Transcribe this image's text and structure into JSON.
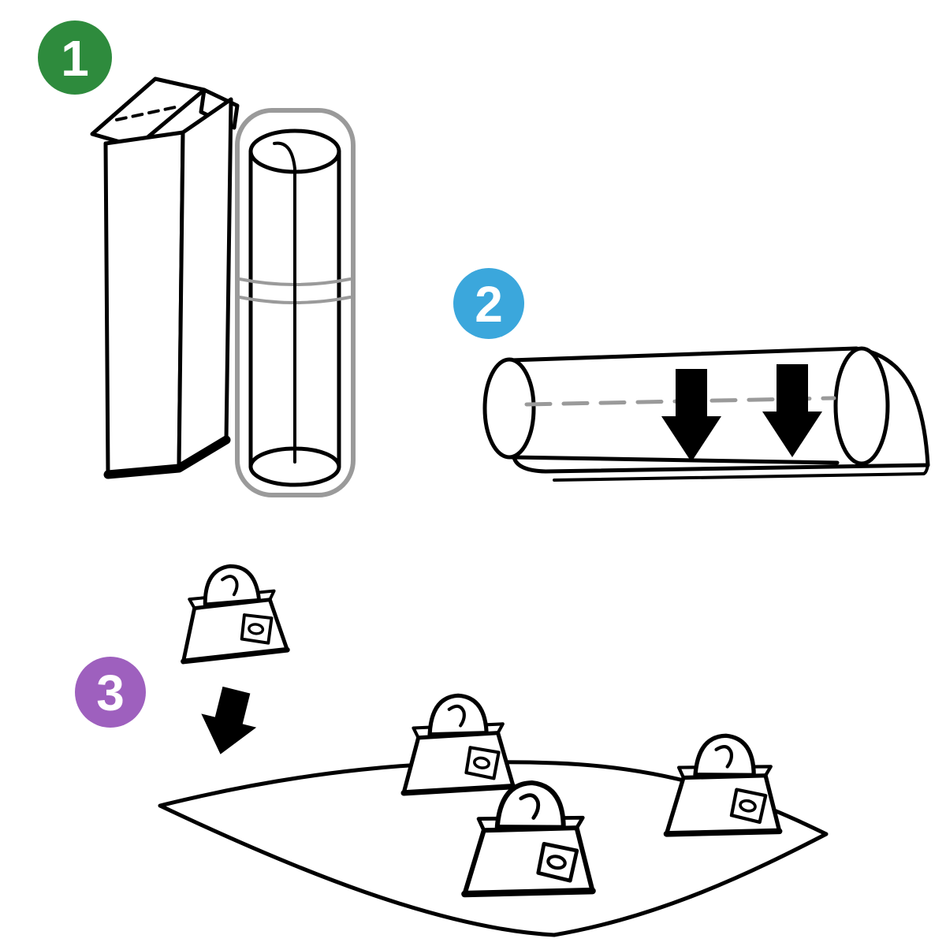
{
  "page": {
    "background": "#ffffff",
    "kind": "three-step-instruction-diagram"
  },
  "steps": [
    {
      "number": "1",
      "badge_color": "#2E8B3D",
      "icon": "carton-box-and-rolled-cover-icon"
    },
    {
      "number": "2",
      "badge_color": "#3BA7DC",
      "icon": "unrolling-sheet-with-press-arrows-icon"
    },
    {
      "number": "3",
      "badge_color": "#9E60BE",
      "icon": "weights-placed-on-spread-cover-icon"
    }
  ],
  "colors": {
    "line": "#000000",
    "muted_line": "#9A9A9A",
    "arrow": "#000000",
    "badge_text": "#FFFFFF"
  }
}
